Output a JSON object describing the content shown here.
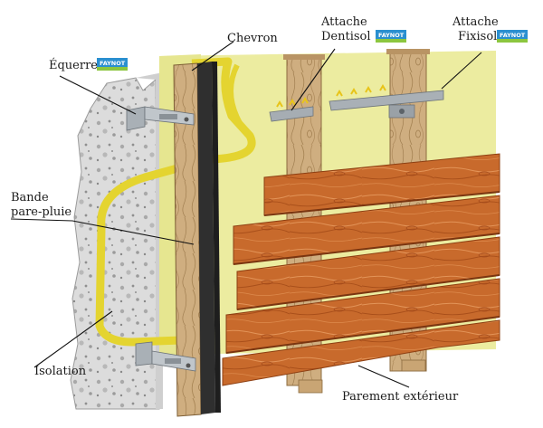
{
  "labels": {
    "chevron": "Chevron",
    "attache_dentisol_1": "Attache",
    "attache_dentisol_2": "Dentisol",
    "attache_fixisol_1": "Attache",
    "attache_fixisol_2": "Fixisol",
    "equerre": "Équerre",
    "bande_1": "Bande",
    "bande_2": "pare-pluie",
    "isolation": "Isolation",
    "parement": "Parement extérieur"
  },
  "brand": {
    "name": "FAYNOT",
    "color": "#2a8fd0"
  },
  "colors": {
    "wall": "#d9d9d9",
    "insulation": "#ecec9c",
    "insulation_edge": "#e3d233",
    "wood": "#c9a87a",
    "cladding": "#c8662a",
    "rain_strip": "#2e2e2e",
    "bracket": "#aab0b6"
  }
}
